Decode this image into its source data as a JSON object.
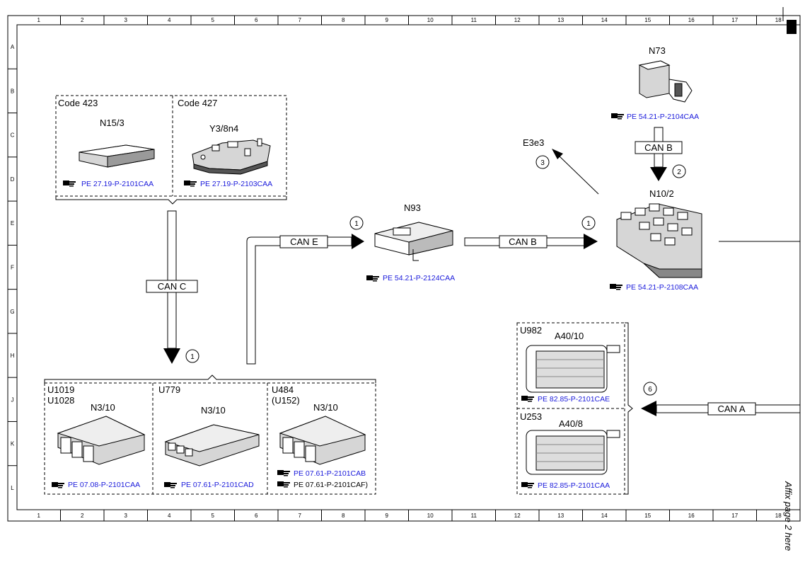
{
  "grid": {
    "columns": [
      "1",
      "2",
      "3",
      "4",
      "5",
      "6",
      "7",
      "8",
      "9",
      "10",
      "11",
      "12",
      "13",
      "14",
      "15",
      "16",
      "17",
      "18"
    ],
    "rows": [
      "A",
      "B",
      "C",
      "D",
      "E",
      "F",
      "G",
      "H",
      "J",
      "K",
      "L"
    ]
  },
  "side_note": "Affix page 2 here",
  "groups": {
    "code_423": "Code 423",
    "code_427": "Code 427",
    "u1019": "U1019",
    "u1028": "U1028",
    "u779": "U779",
    "u484": "U484",
    "u152": "(U152)",
    "u982": "U982",
    "u253": "U253"
  },
  "components": {
    "n15_3": "N15/3",
    "y3_8n4": "Y3/8n4",
    "n93": "N93",
    "n73": "N73",
    "n10_2": "N10/2",
    "e3e3": "E3e3",
    "n3_10_a": "N3/10",
    "n3_10_b": "N3/10",
    "n3_10_c": "N3/10",
    "a40_10": "A40/10",
    "a40_8": "A40/8"
  },
  "references": {
    "n15_3": "PE 27.19-P-2101CAA",
    "y3_8n4": "PE 27.19-P-2103CAA",
    "n93": "PE 54.21-P-2124CAA",
    "n73": "PE 54.21-P-2104CAA",
    "n10_2": "PE 54.21-P-2108CAA",
    "u1019": "PE 07.08-P-2101CAA",
    "u779": "PE 07.61-P-2101CAD",
    "u484_a": "PE 07.61-P-2101CAB",
    "u484_b": "PE 07.61-P-2101CAF)",
    "u982": "PE 82.85-P-2101CAE",
    "u253": "PE 82.85-P-2101CAA"
  },
  "buses": {
    "can_c": "CAN C",
    "can_e": "CAN E",
    "can_b_1": "CAN B",
    "can_b_2": "CAN B",
    "can_a": "CAN A"
  },
  "callouts": {
    "c1_can_c": "1",
    "c1_can_e": "1",
    "c1_can_b": "1",
    "c2": "2",
    "c3": "3",
    "c6": "6"
  },
  "colors": {
    "reference_link": "#1a1adb",
    "line": "#000000"
  }
}
